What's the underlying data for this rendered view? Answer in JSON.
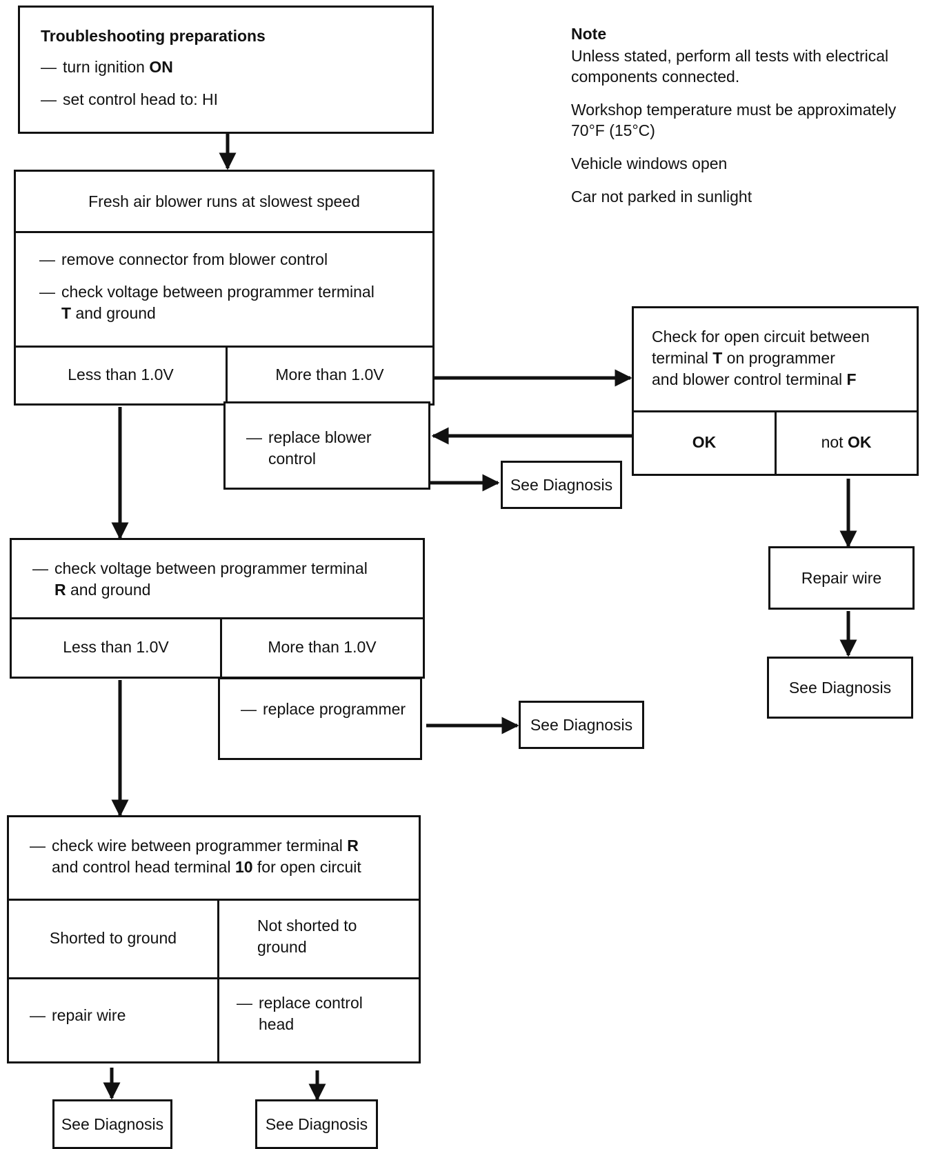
{
  "prep": {
    "title": "Troubleshooting preparations",
    "step1_text": "turn ignition ",
    "step1_bold": "ON",
    "step2_text": "set control head to: HI"
  },
  "note": {
    "title": "Note",
    "lines": [
      "Unless stated, perform all tests with electrical components connected.",
      "Workshop temperature must be approximately 70°F (15°C)",
      "Vehicle windows open",
      "Car not parked in sunlight"
    ]
  },
  "symptom": {
    "title": "Fresh air blower runs at slowest speed",
    "step1": "remove connector from blower control",
    "step2_a": "check voltage between programmer terminal",
    "step2_bold": "T",
    "step2_b": " and ground",
    "left_label": "Less than 1.0V",
    "right_label": "More than 1.0V",
    "right_action": "replace blower control"
  },
  "open_circuit": {
    "line1": "Check for open circuit between",
    "line2_a": "terminal ",
    "line2_bold": "T",
    "line2_b": " on programmer",
    "line3_a": "and blower control terminal ",
    "line3_bold": "F",
    "ok_label": "OK",
    "notok_prefix": "not ",
    "notok_bold": "OK"
  },
  "repair_wire": "Repair wire",
  "diag_label": "See Diagnosis",
  "voltage_r": {
    "step_a": "check voltage between programmer terminal",
    "step_bold": "R",
    "step_b": " and ground",
    "left_label": "Less than 1.0V",
    "right_label": "More than 1.0V",
    "right_action": "replace programmer"
  },
  "wire_check": {
    "line1_a": "check wire between programmer terminal ",
    "line1_bold": "R",
    "line2_a": "and control head terminal ",
    "line2_bold": "10",
    "line2_b": " for open circuit",
    "left_label": "Shorted to ground",
    "right_label": "Not shorted to ground",
    "left_action": "repair wire",
    "right_action": "replace control head"
  },
  "dash": "—"
}
